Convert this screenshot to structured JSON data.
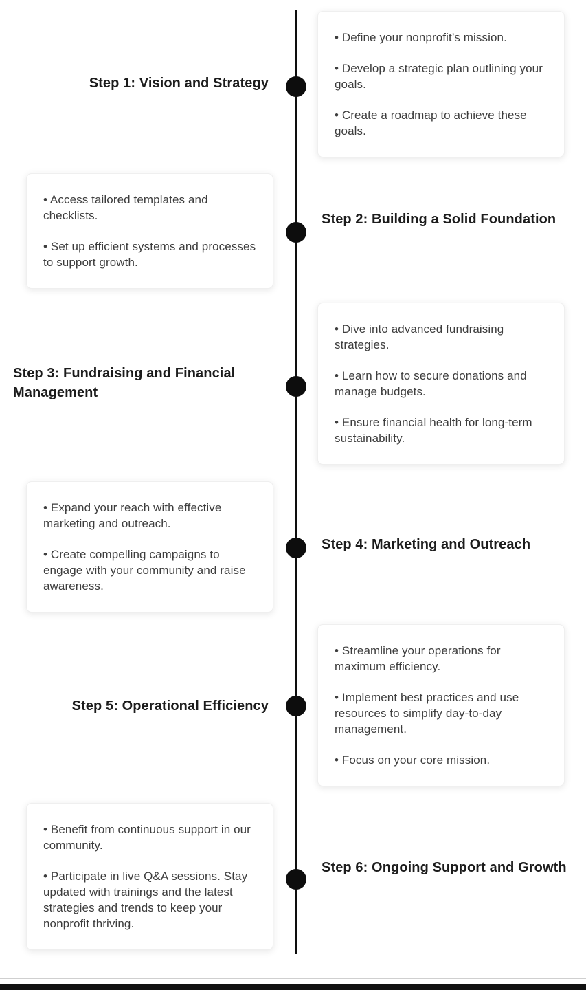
{
  "page": {
    "background_color": "#ffffff",
    "accent_color": "#0e0e0e",
    "card_background_color": "#ffffff",
    "body_text_color": "#3d3d3d",
    "title_text_color": "#1c1c1c"
  },
  "steps": [
    {
      "title": "Step 1: Vision and Strategy",
      "bullets": [
        "• Define your nonprofit’s mission.",
        "• Develop a strategic plan outlining your goals.",
        "• Create a roadmap to achieve these goals."
      ]
    },
    {
      "title": "Step 2: Building a Solid Foundation",
      "bullets": [
        "• Access tailored templates and checklists.",
        "• Set up efficient systems and processes to support growth."
      ]
    },
    {
      "title": "Step 3: Fundraising and Financial Management",
      "bullets": [
        "• Dive into advanced fundraising strategies.",
        "• Learn how to secure donations and manage budgets.",
        "• Ensure financial health for long-term sustainability."
      ]
    },
    {
      "title": "Step 4: Marketing and Outreach",
      "bullets": [
        "• Expand your reach with effective marketing and outreach.",
        "• Create compelling campaigns to engage with your community and raise awareness."
      ]
    },
    {
      "title": "Step 5: Operational Efficiency",
      "bullets": [
        "• Streamline your operations for maximum efficiency.",
        "• Implement best practices and use resources to simplify day-to-day management.",
        "• Focus on your core mission."
      ]
    },
    {
      "title": "Step 6: Ongoing Support and Growth",
      "bullets": [
        "• Benefit from continuous support in our community.",
        "• Participate in live Q&A sessions. Stay updated with trainings and the latest strategies and trends to keep your nonprofit thriving."
      ]
    }
  ]
}
